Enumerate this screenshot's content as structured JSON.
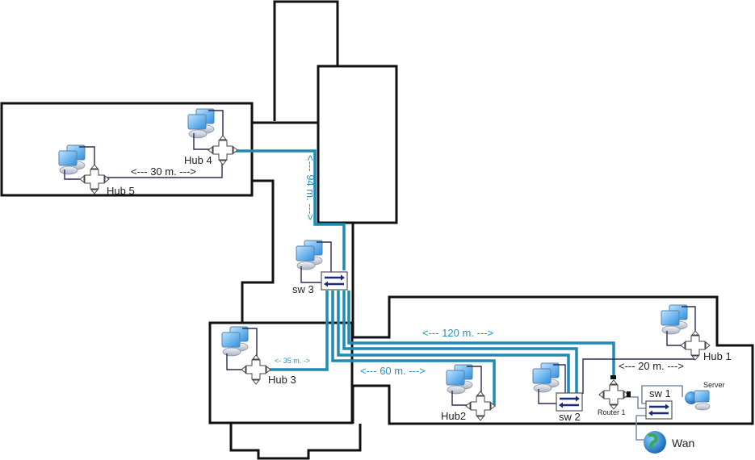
{
  "diagram": {
    "type": "network floor plan",
    "colors": {
      "cable": "#1f8ab5",
      "wall": "#111111",
      "label": "#222222",
      "distance": "#2a8fbf",
      "switch_arrow": "#1a2a7a"
    },
    "devices": {
      "hub1": {
        "label": "Hub 1",
        "icon": "hub-icon"
      },
      "hub2": {
        "label": "Hub2",
        "icon": "hub-icon"
      },
      "hub3": {
        "label": "Hub 3",
        "icon": "hub-icon"
      },
      "hub4": {
        "label": "Hub 4",
        "icon": "hub-icon"
      },
      "hub5": {
        "label": "Hub 5",
        "icon": "hub-icon"
      },
      "sw1": {
        "label": "sw 1",
        "icon": "switch-icon"
      },
      "sw2": {
        "label": "sw 2",
        "icon": "switch-icon"
      },
      "sw3": {
        "label": "sw 3",
        "icon": "switch-icon"
      },
      "router1": {
        "label": "Router 1",
        "icon": "router-icon"
      },
      "server": {
        "label": "Server",
        "icon": "server-icon"
      },
      "wan": {
        "label": "Wan",
        "icon": "globe-icon"
      }
    },
    "distances": {
      "hub5_hub4": "<--- 30 m. --->",
      "hub4_sw3": "<--- 94 m. --->",
      "sw3_hub3": "<- 35 m. ->",
      "sw3_sw2": "<--- 120 m. --->",
      "sw3_hub2": "<--- 60 m. --->",
      "sw2_hub1": "<--- 20 m. --->"
    }
  }
}
